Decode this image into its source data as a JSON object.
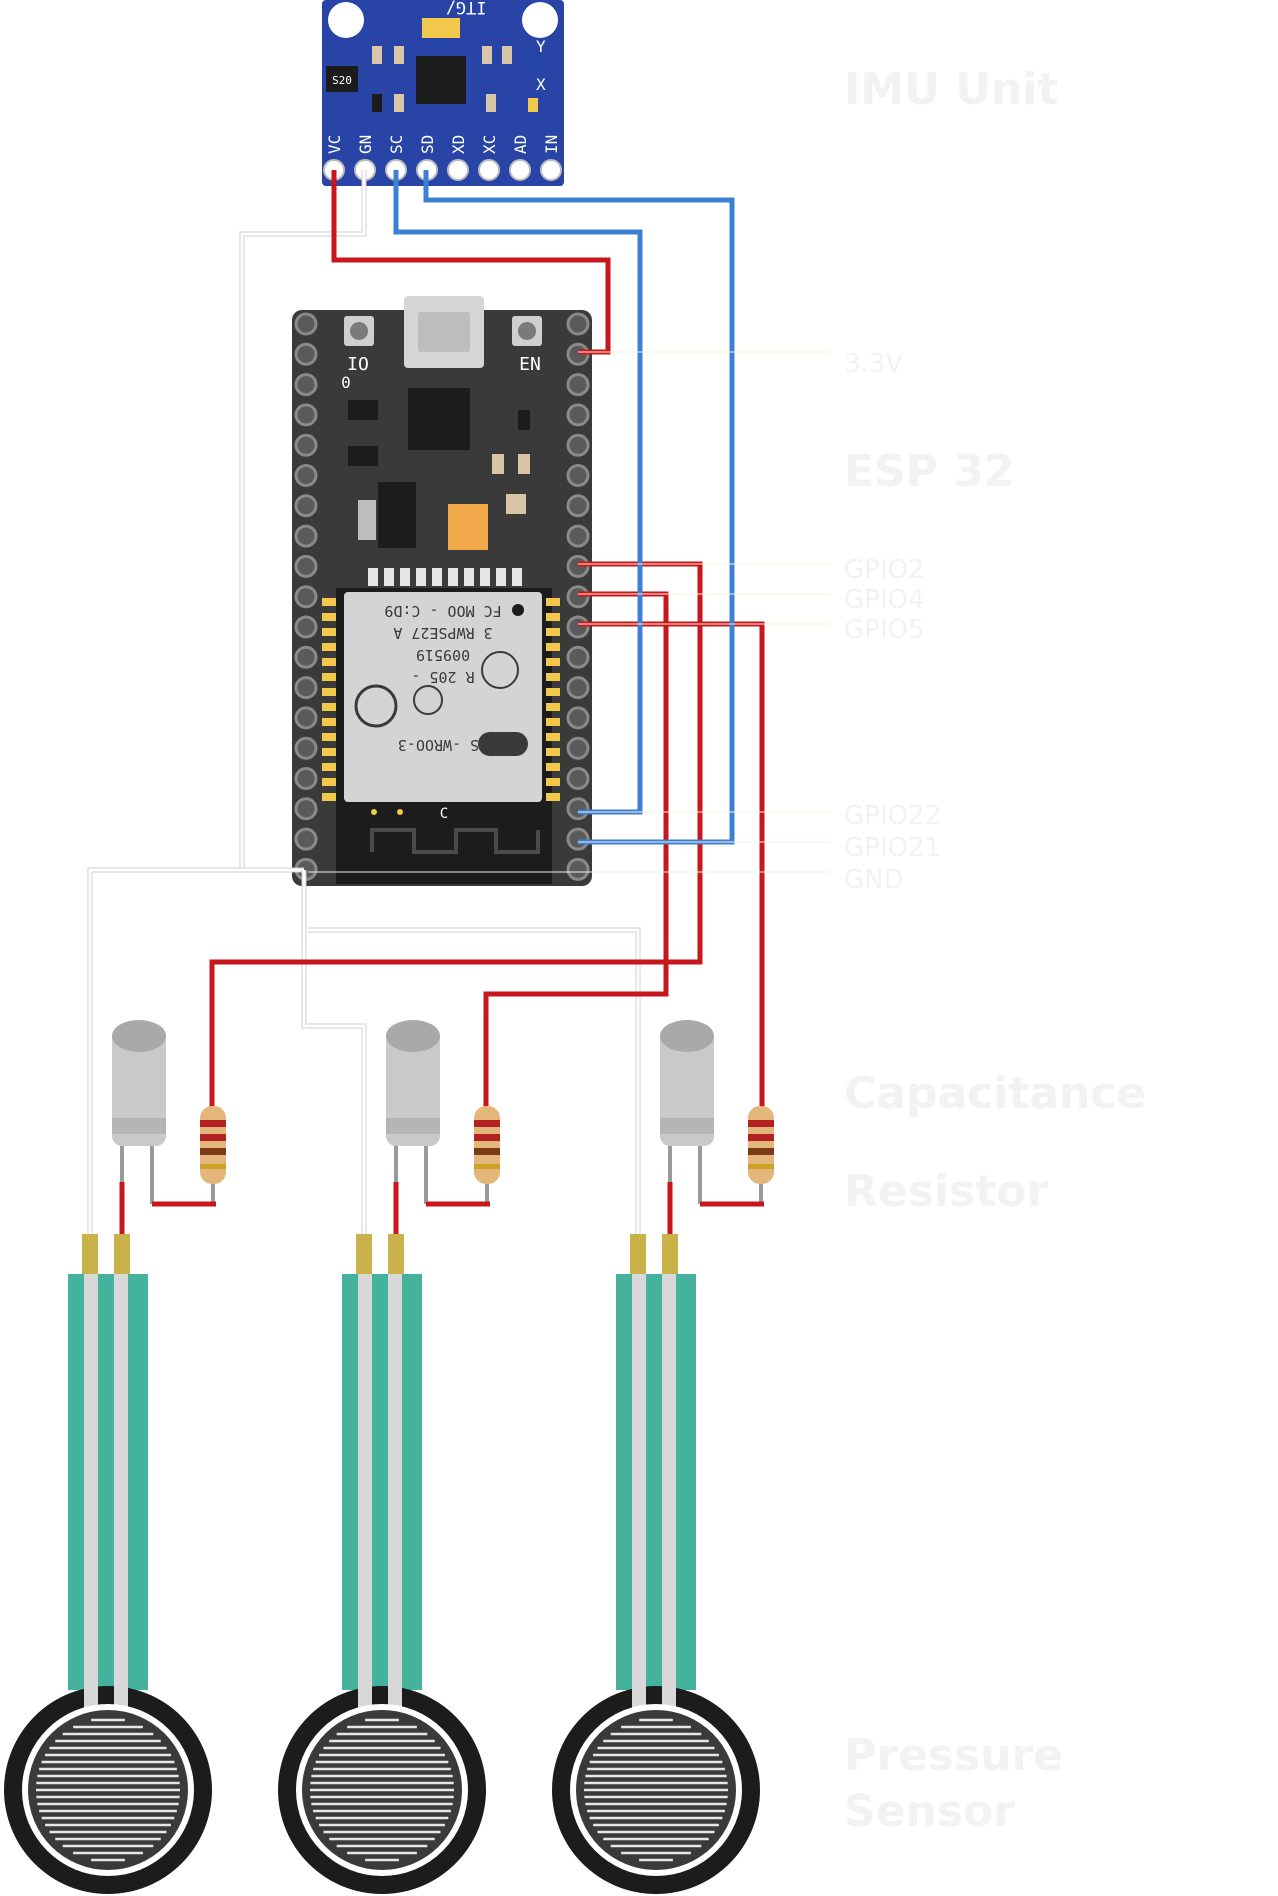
{
  "labels": {
    "imu_unit": "IMU Unit",
    "v33": "3.3V",
    "esp32": "ESP 32",
    "gpio_a": "GPIO2",
    "gpio_b": "GPIO4",
    "gpio_c": "GPIO5",
    "gpio22": "GPIO22",
    "gpio21": "GPIO21",
    "gnd": "GND",
    "capacitance": "Capacitance",
    "resistor": "Resistor",
    "pressure_line1": "Pressure",
    "pressure_line2": "Sensor"
  },
  "imu": {
    "chip_name": "ITG/",
    "reg_label": "S20",
    "axis_x": "X",
    "axis_y": "Y",
    "pins": [
      "VC",
      "GN",
      "SC",
      "SD",
      "XD",
      "XC",
      "AD",
      "IN"
    ]
  },
  "esp": {
    "btn_left": "IO",
    "btn_left_sub": "0",
    "btn_right": "EN",
    "module_lines": [
      "FC   MOO - C:D9",
      "3   RWPSE27 A",
      "009519",
      "R 205 -",
      "ES -WROO-3"
    ],
    "antenna_label": "C"
  },
  "colors": {
    "wire_power": "#c8161d",
    "wire_i2c": "#3d7fd4",
    "wire_ground": "#e0e0e0",
    "imu_board": "#2744a6",
    "esp_board": "#3a3a3a",
    "fsr_strip": "#45b29d"
  }
}
